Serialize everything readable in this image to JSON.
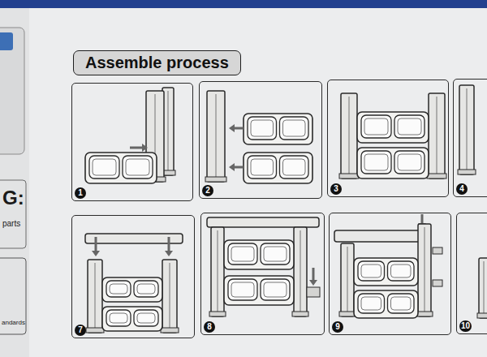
{
  "diagram": {
    "title": "Assemble process",
    "nodes": [
      {
        "text": [
          "1"
        ]
      },
      {
        "text": [
          "2"
        ]
      },
      {
        "text": [
          "3"
        ]
      },
      {
        "text": [
          "4"
        ]
      },
      {
        "text": [
          "7"
        ]
      },
      {
        "text": [
          "8"
        ]
      },
      {
        "text": [
          "9"
        ]
      },
      {
        "text": [
          "10"
        ]
      }
    ],
    "labels": [
      "G:",
      "parts",
      "andards"
    ]
  }
}
